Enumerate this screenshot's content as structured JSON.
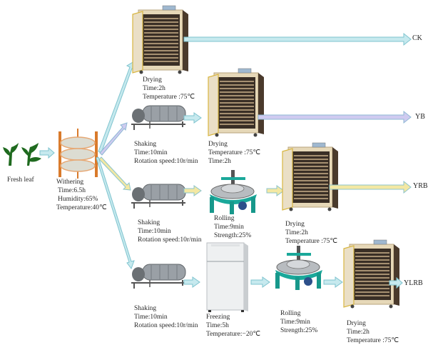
{
  "title": "Tea processing flow diagram",
  "colors": {
    "arrow_cyan_fill": "#c6e9ee",
    "arrow_cyan_stroke": "#7fc4cf",
    "arrow_lavender_fill": "#cfcbf0",
    "arrow_lavender_stroke": "#8fb9d4",
    "arrow_yellow_fill": "#f3e8a3",
    "arrow_yellow_stroke": "#8cc4cb",
    "leaf_green": "#1f6a1f",
    "wither_orange": "#d97a2b",
    "dryer_body": "#e8dcc0",
    "dryer_dark": "#3b2e22",
    "roller_teal": "#1aa89a"
  },
  "start": {
    "label": "Fresh leaf",
    "icon": "tea-leaf-icon"
  },
  "withering": {
    "title": "Withering",
    "lines": [
      "Time:6.5h",
      "Humidity:65%",
      "Temperature:40℃"
    ]
  },
  "branches": [
    {
      "output": "CK",
      "steps": [
        {
          "title": "Drying",
          "lines": [
            "Time:2h",
            "Temperature :75℃"
          ],
          "equipment": "dryer-icon"
        }
      ]
    },
    {
      "output": "YB",
      "steps": [
        {
          "title": "Shaking",
          "lines": [
            "Time:10min",
            "Rotation speed:10r/min"
          ],
          "equipment": "shaker-drum-icon"
        },
        {
          "title": "Drying",
          "lines": [
            "Temperature :75℃",
            "Time:2h"
          ],
          "equipment": "dryer-icon"
        }
      ]
    },
    {
      "output": "YRB",
      "steps": [
        {
          "title": "Shaking",
          "lines": [
            "Time:10min",
            "Rotation speed:10r/min"
          ],
          "equipment": "shaker-drum-icon"
        },
        {
          "title": "Rolling",
          "lines": [
            "Time:9min",
            "Strength:25%"
          ],
          "equipment": "rolling-machine-icon"
        },
        {
          "title": "Drying",
          "lines": [
            "Time:2h",
            "Temperature :75℃"
          ],
          "equipment": "dryer-icon"
        }
      ]
    },
    {
      "output": "YLRB",
      "steps": [
        {
          "title": "Shaking",
          "lines": [
            "Time:10min",
            "Rotation speed:10r/min"
          ],
          "equipment": "shaker-drum-icon"
        },
        {
          "title": "Freezing",
          "lines": [
            "Time:5h",
            "Temperature:−20℃"
          ],
          "equipment": "refrigerator-icon"
        },
        {
          "title": "Rolling",
          "lines": [
            "Time:9min",
            "Strength:25%"
          ],
          "equipment": "rolling-machine-icon"
        },
        {
          "title": "Drying",
          "lines": [
            "Time:2h",
            "Temperature :75℃"
          ],
          "equipment": "dryer-icon"
        }
      ]
    }
  ]
}
